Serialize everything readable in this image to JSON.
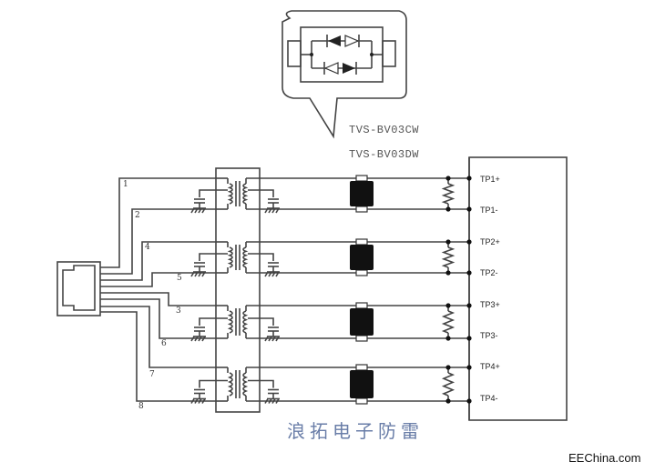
{
  "diagram": {
    "title_parts": [
      "TVS-BV03CW",
      "TVS-BV03DW"
    ],
    "connector_pins": [
      "1",
      "2",
      "4",
      "5",
      "3",
      "6",
      "7",
      "8"
    ],
    "right_pins": [
      "TP1+",
      "TP1-",
      "TP2+",
      "TP2-",
      "TP3+",
      "TP3-",
      "TP4+",
      "TP4-"
    ],
    "caption": "浪拓电子防雷",
    "credit": "EEChina.com",
    "components": {
      "connector": "RJ45 jack",
      "transformers": 4,
      "tvs_arrays": 4,
      "termination_resistors": 4,
      "callout": "bidirectional TVS diode bridge"
    }
  }
}
